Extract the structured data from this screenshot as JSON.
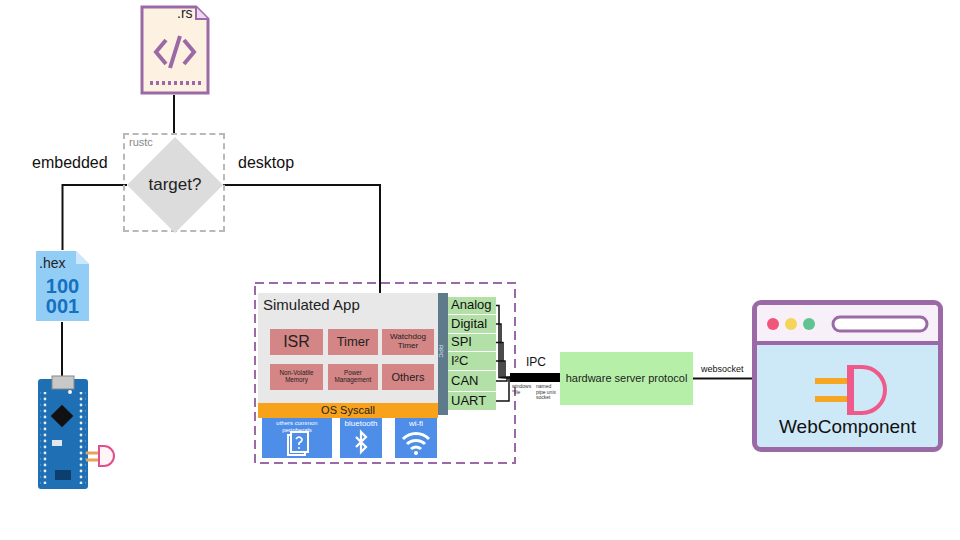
{
  "diagram": {
    "nodes": [
      {
        "text": [
          ".rs"
        ]
      },
      {
        "text": [
          "rustc"
        ]
      },
      {
        "text": [
          "target?"
        ],
        "in": 1
      },
      {
        "text": [
          ".hex",
          "100 001"
        ]
      },
      {
        "text": [
          "Simulated App"
        ]
      },
      {
        "text": [
          "ISR"
        ],
        "in": 4
      },
      {
        "text": [
          "Timer"
        ],
        "in": 4
      },
      {
        "text": [
          "Watchdog Timer"
        ],
        "in": 4
      },
      {
        "text": [
          "Non-Volatile Memory"
        ],
        "in": 4
      },
      {
        "text": [
          "Power Management"
        ],
        "in": 4
      },
      {
        "text": [
          "Others"
        ],
        "in": 4
      },
      {
        "text": [
          "OS Syscall"
        ]
      },
      {
        "text": [
          "others common peripherals"
        ]
      },
      {
        "text": [
          "bluetooth"
        ]
      },
      {
        "text": [
          "wi-fi"
        ]
      },
      {
        "text": [
          "RPC"
        ]
      },
      {
        "text": [
          "Analog"
        ]
      },
      {
        "text": [
          "Digital"
        ]
      },
      {
        "text": [
          "SPI"
        ]
      },
      {
        "text": [
          "I²C"
        ]
      },
      {
        "text": [
          "CAN"
        ]
      },
      {
        "text": [
          "UART"
        ]
      },
      {
        "text": [
          "IPC",
          "windows *file",
          "named pipe unix socket"
        ]
      },
      {
        "text": [
          "hardware server protocol"
        ]
      },
      {
        "text": [
          "WebComponent"
        ]
      }
    ],
    "edges": [
      {
        "from": 0,
        "to": 1,
        "arrow": "none"
      },
      {
        "from": 2,
        "to": 3,
        "label": "embedded",
        "arrow": "none"
      },
      {
        "from": 2,
        "to": 4,
        "label": "desktop",
        "arrow": "none"
      },
      {
        "from": 16,
        "to": 22,
        "arrow": "none"
      },
      {
        "from": 17,
        "to": 22,
        "arrow": "none"
      },
      {
        "from": 18,
        "to": 22,
        "arrow": "none"
      },
      {
        "from": 19,
        "to": 22,
        "arrow": "none"
      },
      {
        "from": 20,
        "to": 22,
        "arrow": "none"
      },
      {
        "from": 21,
        "to": 22,
        "arrow": "none"
      },
      {
        "from": 22,
        "to": 23,
        "arrow": "none"
      },
      {
        "from": 23,
        "to": 24,
        "label": "websocket",
        "arrow": "none"
      }
    ]
  }
}
